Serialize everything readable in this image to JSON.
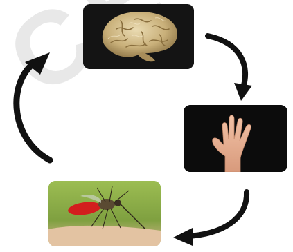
{
  "diagram": {
    "type": "cycle",
    "nodes": [
      {
        "id": "brain",
        "icon": "brain-photo"
      },
      {
        "id": "hand",
        "icon": "hand-photo"
      },
      {
        "id": "mosquito",
        "icon": "mosquito-on-skin-photo"
      }
    ],
    "edges": [
      {
        "from": "brain",
        "to": "hand"
      },
      {
        "from": "hand",
        "to": "mosquito"
      },
      {
        "from": "mosquito",
        "to": "brain"
      }
    ],
    "arrow_color": "#111111",
    "watermark_text": "CE"
  }
}
